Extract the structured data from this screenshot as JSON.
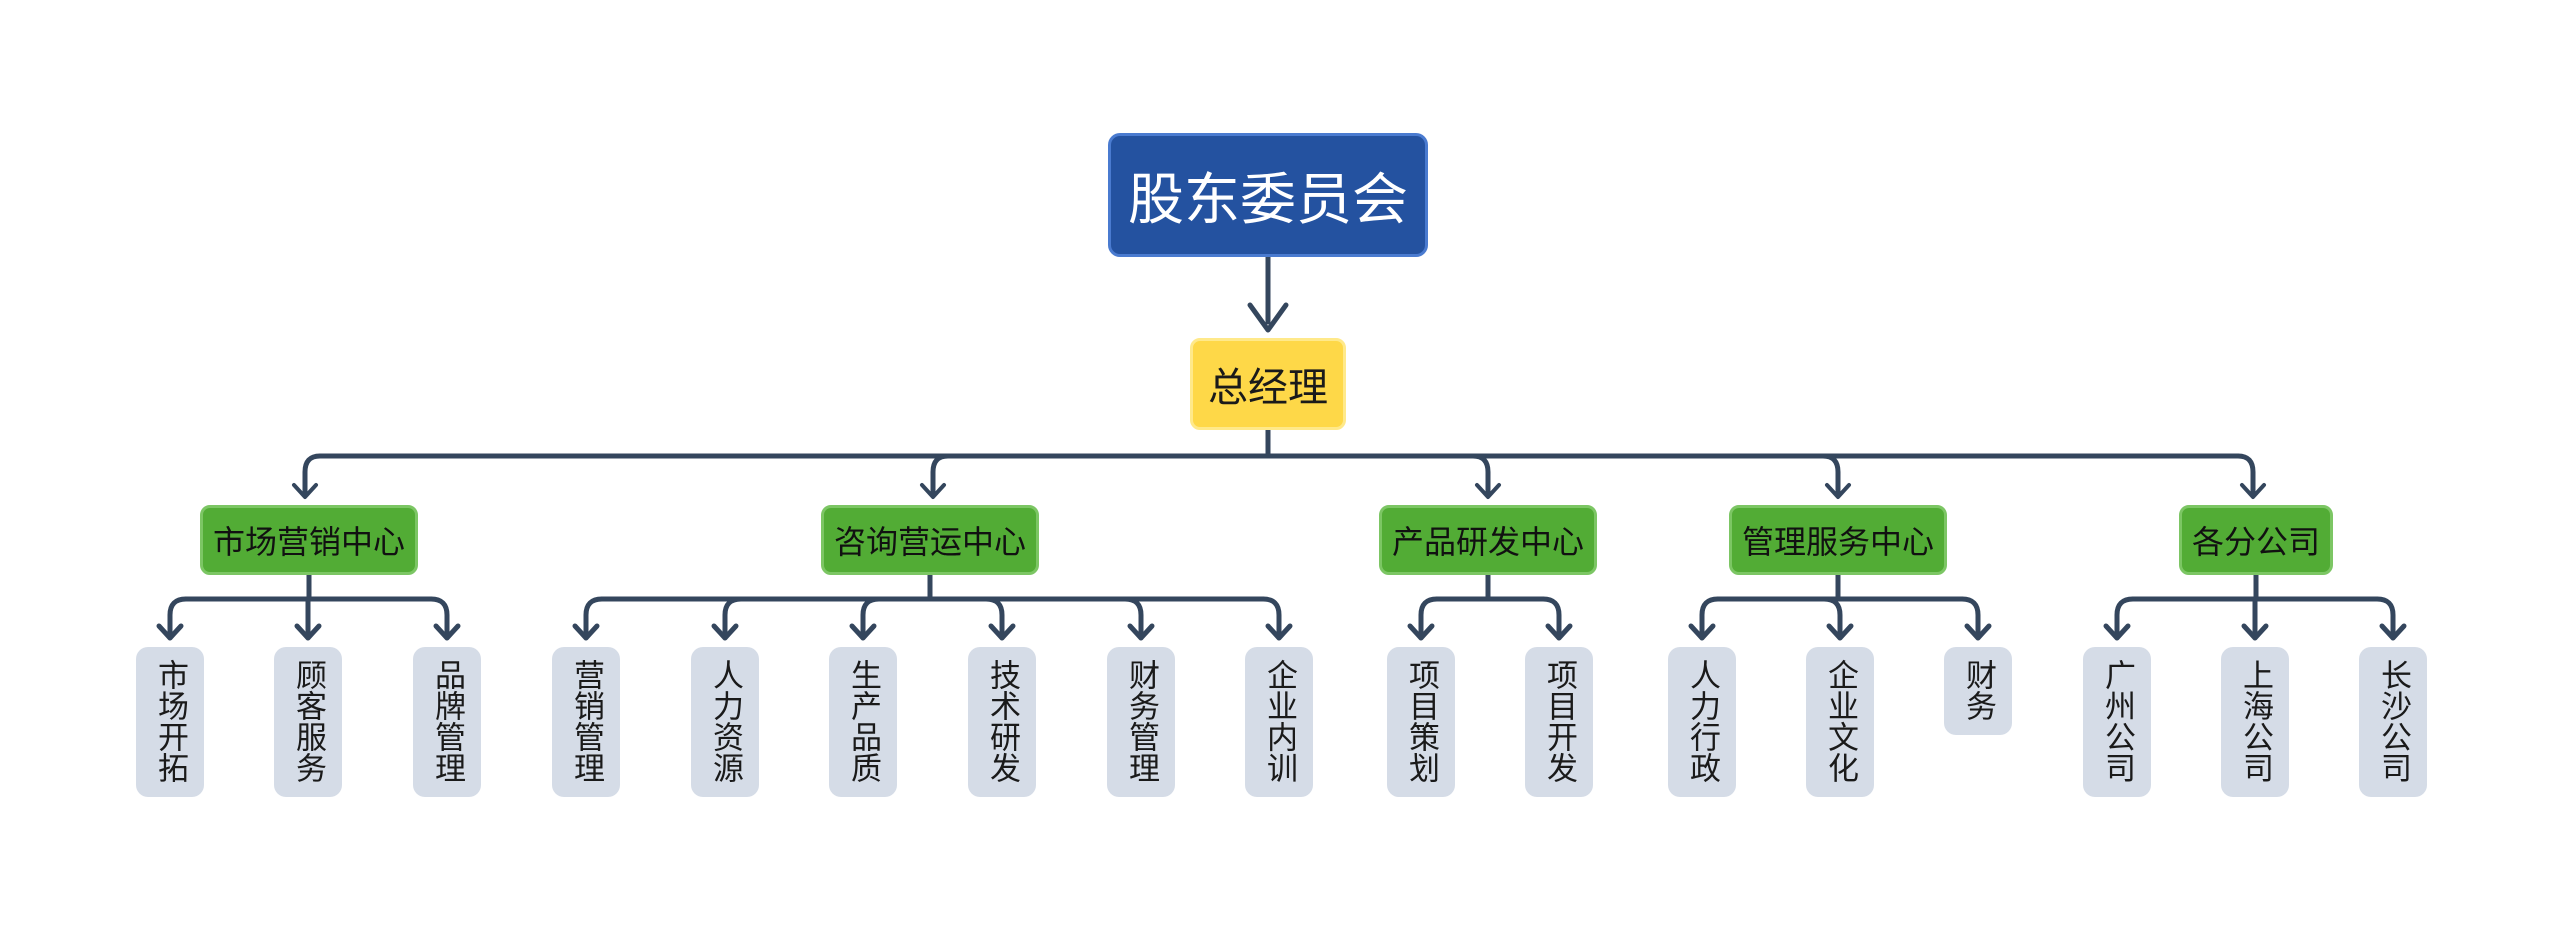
{
  "root": {
    "label": "股东委员会"
  },
  "gm": {
    "label": "总经理"
  },
  "departments": [
    {
      "label": "市场营销中心",
      "children": [
        "市场开拓",
        "顾客服务",
        "品牌管理"
      ]
    },
    {
      "label": "咨询营运中心",
      "children": [
        "营销管理",
        "人力资源",
        "生产品质",
        "技术研发",
        "财务管理",
        "企业内训"
      ]
    },
    {
      "label": "产品研发中心",
      "children": [
        "项目策划",
        "项目开发"
      ]
    },
    {
      "label": "管理服务中心",
      "children": [
        "人力行政",
        "企业文化",
        "财务"
      ]
    },
    {
      "label": "各分公司",
      "children": [
        "广州公司",
        "上海公司",
        "长沙公司"
      ]
    }
  ],
  "colors": {
    "root_fill": "#2452a0",
    "gm_fill": "#fed848",
    "department_fill": "#52ac35",
    "leaf_fill": "#d5dce7",
    "connector": "#34465d"
  }
}
